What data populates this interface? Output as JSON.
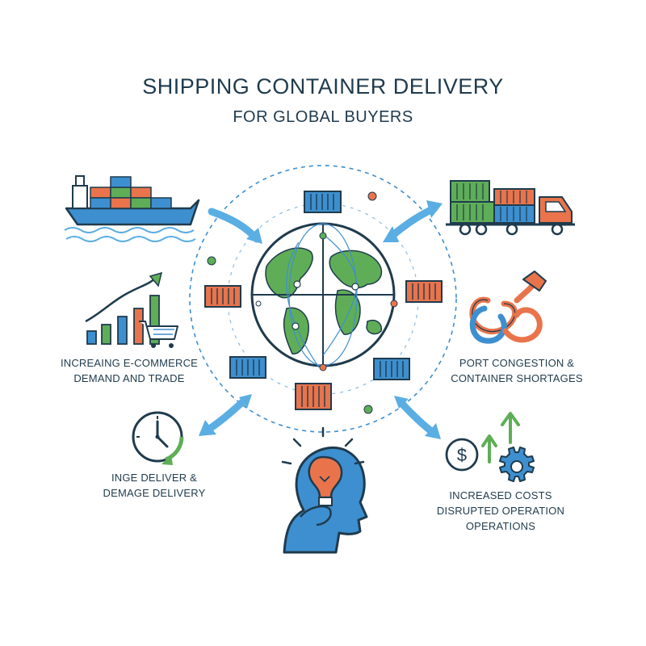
{
  "header": {
    "title": "SHIPPING CONTAINER DELIVERY",
    "subtitle": "FOR GLOBAL BUYERS"
  },
  "captions": {
    "ecommerce": [
      "INCREAING E-COMMERCE",
      "DEMAND AND TRADE"
    ],
    "port": [
      "PORT CONGESTION &",
      "CONTAINER SHORTAGES"
    ],
    "delivery": [
      "INGE DELIVER &",
      "DEMAGE DELIVERY"
    ],
    "costs": [
      "INCREASED COSTS",
      "DISRUPTED OPERATION",
      "OPERATIONS"
    ]
  },
  "colors": {
    "dark": "#1f3b4d",
    "blue": "#3d8fcf",
    "light_blue": "#5aaee3",
    "green": "#5fae57",
    "orange": "#e9744b",
    "arrow": "#5aaee3"
  },
  "icons": [
    "cargo-ship-icon",
    "truck-icon",
    "globe-icon",
    "growth-chart-icon",
    "cart-icon",
    "broken-chain-icon",
    "clock-icon",
    "thinking-head-icon",
    "dollar-icon",
    "gear-icon"
  ]
}
